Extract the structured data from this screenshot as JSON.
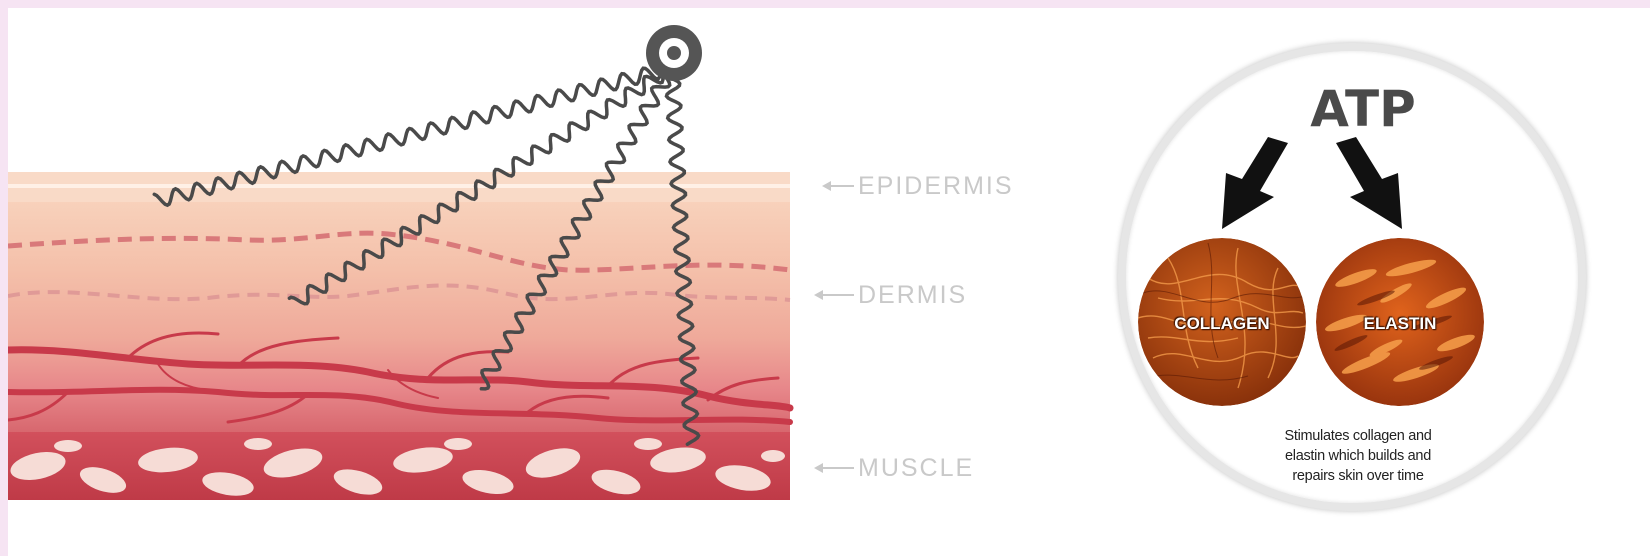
{
  "skin_diagram": {
    "layers": {
      "epidermis": "EPIDERMIS",
      "dermis": "DERMIS",
      "muscle": "MUSCLE"
    }
  },
  "atp_panel": {
    "title": "ATP",
    "collagen_label": "COLLAGEN",
    "elastin_label": "ELASTIN",
    "caption_lines": [
      "Stimulates collagen and",
      "elastin which builds and",
      "repairs skin over time"
    ]
  },
  "colors": {
    "page_border": "#f6e4f3",
    "epidermis": "#f8d2bc",
    "dermis": "#f2b7a3",
    "deep_dermis": "#e98d87",
    "muscle": "#c9434f",
    "wave": "#4a4a4a",
    "label_gray": "#c9c9c9",
    "atp_text": "#4a4a4a",
    "tissue": "#b7480f"
  },
  "icons": [
    "device-emitter-icon",
    "pointer-arrow-icon",
    "down-arrow-icon"
  ]
}
